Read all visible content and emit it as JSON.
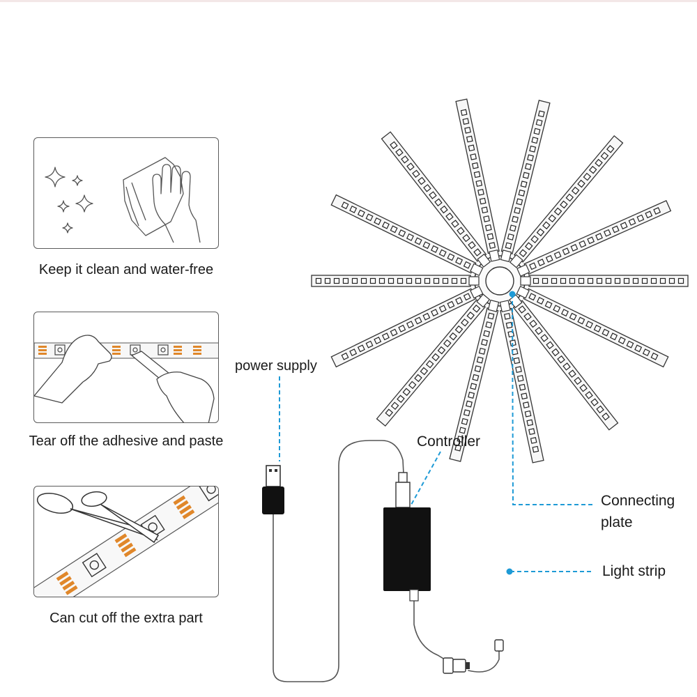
{
  "tips": [
    {
      "caption": "Keep it clean and water-free",
      "icon": "clean-hand-cloth"
    },
    {
      "caption": "Tear off the adhesive and paste",
      "icon": "peel-adhesive"
    },
    {
      "caption": "Can cut off the extra part",
      "icon": "scissors-cut"
    }
  ],
  "labels": {
    "power_supply": "power supply",
    "controller": "Controller",
    "connecting_plate_line1": "Connecting",
    "connecting_plate_line2": "plate",
    "light_strip": "Light strip"
  },
  "colors": {
    "callout": "#1e9ad6",
    "outline": "#3a3a3a",
    "led_pad": "#e0872a",
    "controller_body": "#111111"
  }
}
